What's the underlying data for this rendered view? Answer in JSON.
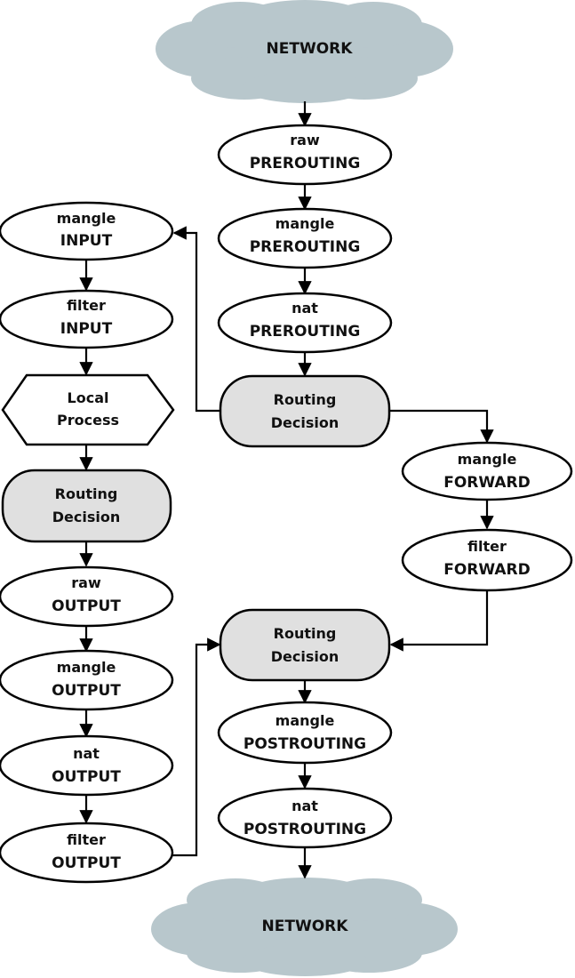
{
  "network_top": "NETWORK",
  "network_bottom": "NETWORK",
  "nodes": {
    "raw_prerouting": {
      "line1": "raw",
      "line2": "PREROUTING"
    },
    "mangle_prerouting": {
      "line1": "mangle",
      "line2": "PREROUTING"
    },
    "nat_prerouting": {
      "line1": "nat",
      "line2": "PREROUTING"
    },
    "routing_1": {
      "line1": "Routing",
      "line2": "Decision"
    },
    "mangle_input": {
      "line1": "mangle",
      "line2": "INPUT"
    },
    "filter_input": {
      "line1": "filter",
      "line2": "INPUT"
    },
    "local_process": {
      "line1": "Local",
      "line2": "Process"
    },
    "routing_2": {
      "line1": "Routing",
      "line2": "Decision"
    },
    "raw_output": {
      "line1": "raw",
      "line2": "OUTPUT"
    },
    "mangle_output": {
      "line1": "mangle",
      "line2": "OUTPUT"
    },
    "nat_output": {
      "line1": "nat",
      "line2": "OUTPUT"
    },
    "filter_output": {
      "line1": "filter",
      "line2": "OUTPUT"
    },
    "mangle_forward": {
      "line1": "mangle",
      "line2": "FORWARD"
    },
    "filter_forward": {
      "line1": "filter",
      "line2": "FORWARD"
    },
    "routing_3": {
      "line1": "Routing",
      "line2": "Decision"
    },
    "mangle_postrouting": {
      "line1": "mangle",
      "line2": "POSTROUTING"
    },
    "nat_postrouting": {
      "line1": "nat",
      "line2": "POSTROUTING"
    }
  }
}
